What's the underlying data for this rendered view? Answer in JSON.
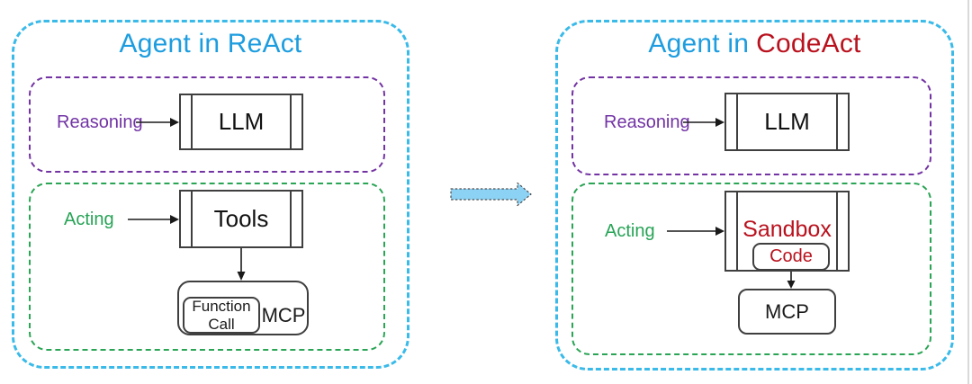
{
  "react_panel": {
    "title": "Agent in ReAct",
    "reasoning_label": "Reasoning",
    "llm_label": "LLM",
    "acting_label": "Acting",
    "tools_label": "Tools",
    "function_call_label": "Function Call",
    "mcp_label": "MCP"
  },
  "codeact_panel": {
    "title_prefix": "Agent in",
    "title_highlight": "CodeAct",
    "reasoning_label": "Reasoning",
    "llm_label": "LLM",
    "acting_label": "Acting",
    "sandbox_label": "Sandbox",
    "code_label": "Code",
    "mcp_label": "MCP"
  },
  "colors": {
    "panel_border_cyan": "#3ABAE9",
    "title_blue": "#1D9DDF",
    "highlight_red": "#B9121E",
    "reasoning_purple": "#7233A5",
    "acting_green": "#27A356",
    "box_stroke": "#3f3f3f",
    "transition_arrow_fill": "#8CD2F4"
  }
}
